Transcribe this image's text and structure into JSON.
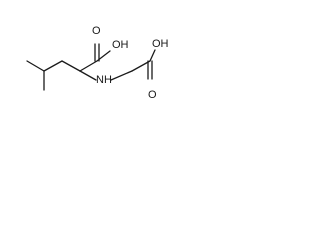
{
  "molecule": {
    "labels": {
      "oh_top": "OH",
      "oh_right": "OH",
      "o_top": "O",
      "o_right": "O",
      "nh": "NH"
    }
  }
}
